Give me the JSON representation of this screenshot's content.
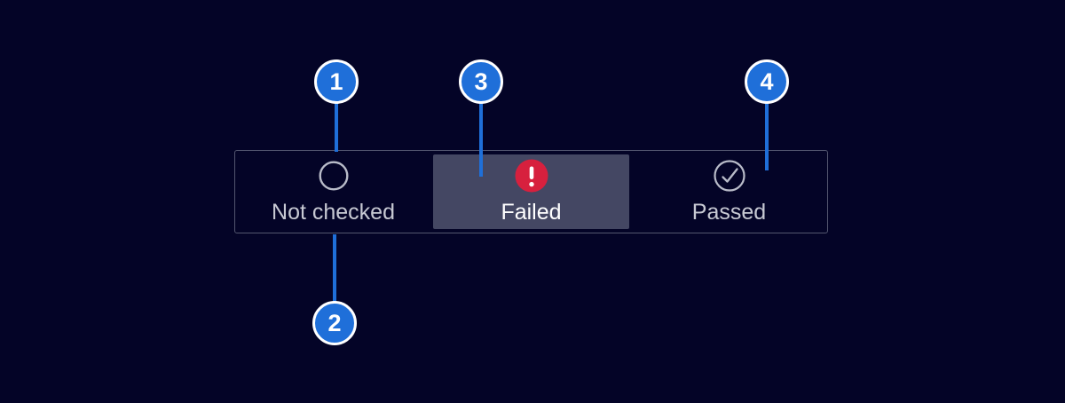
{
  "page": {
    "background_color": "#040427"
  },
  "legend_bar": {
    "border_color": "#53566F",
    "label_color": "#C7C9D3",
    "selected_label_color": "#FFFFFF",
    "selected_segment_bg": "#444763",
    "icon_color": "#B9BCC9",
    "error_color": "#D7203E",
    "items": [
      {
        "label": "Not checked",
        "icon": "circle-outline-icon",
        "selected": false
      },
      {
        "label": "Failed",
        "icon": "error-badge-icon",
        "selected": true
      },
      {
        "label": "Passed",
        "icon": "check-circle-icon",
        "selected": false
      }
    ]
  },
  "callouts": {
    "badge_color": "#1F6FD9",
    "badge_ring_color": "#FFFFFF",
    "line_color": "#1F6FD9",
    "items": [
      {
        "number": "1"
      },
      {
        "number": "2"
      },
      {
        "number": "3"
      },
      {
        "number": "4"
      }
    ]
  }
}
